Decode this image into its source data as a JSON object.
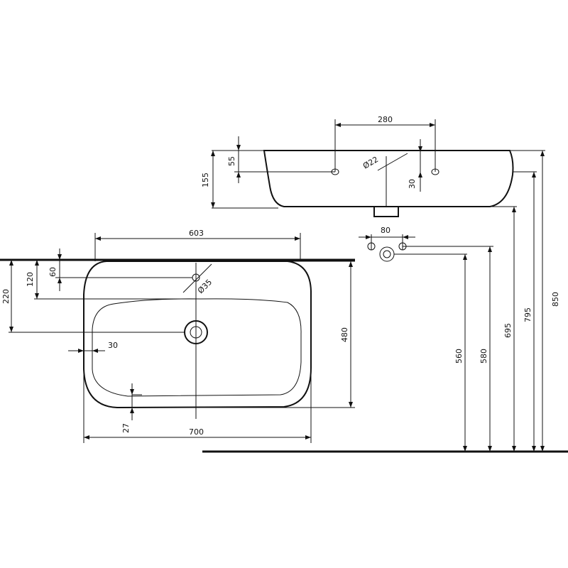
{
  "dimensions": {
    "top_width": "280",
    "top_hole_dia": "Ø22",
    "top_55": "55",
    "top_155": "155",
    "top_30": "30",
    "mid_80": "80",
    "plan_603": "603",
    "plan_220": "220",
    "plan_120": "120",
    "plan_60": "60",
    "plan_hole_dia": "Ø35",
    "plan_480": "480",
    "plan_30": "30",
    "plan_27": "27",
    "plan_700": "700",
    "h_560": "560",
    "h_580": "580",
    "h_695": "695",
    "h_795": "795",
    "h_850": "850"
  }
}
